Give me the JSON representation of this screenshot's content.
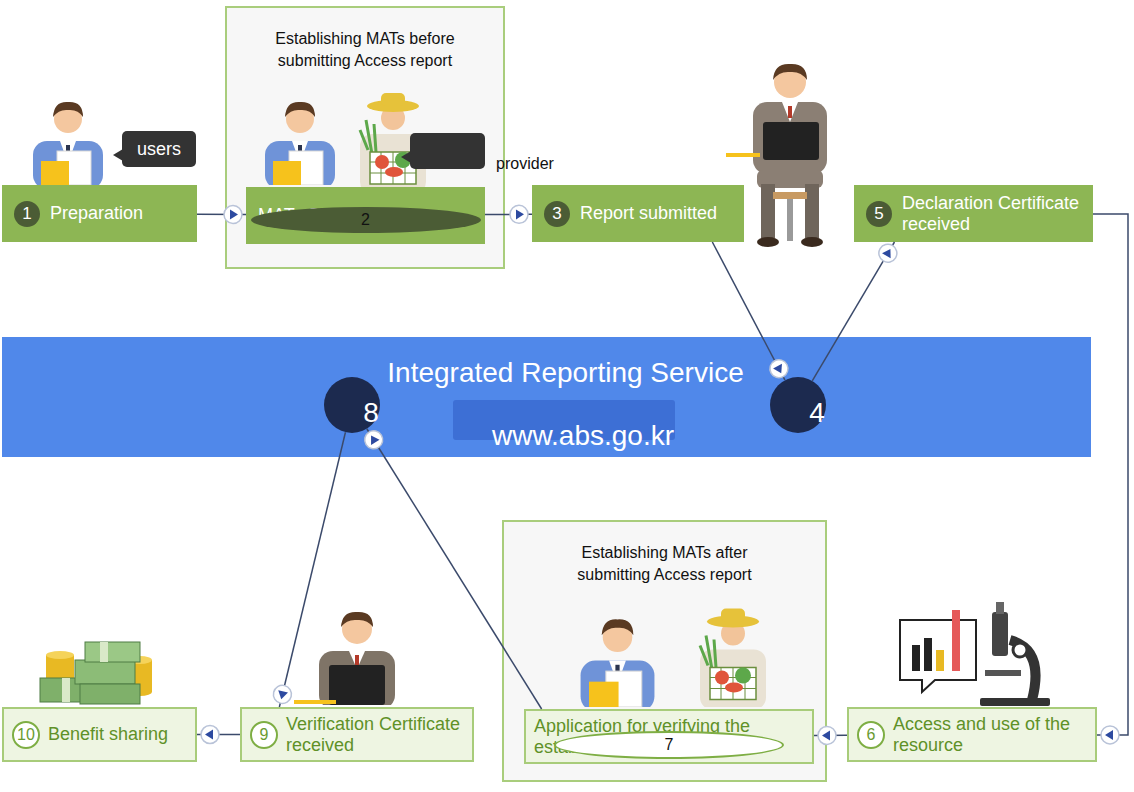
{
  "diagram": {
    "nodes": [
      {
        "text": [
          "1",
          "Preparation"
        ]
      },
      {
        "text": [
          "users"
        ]
      },
      {
        "text": [
          "Establishing MATs before submitting Access report"
        ]
      },
      {
        "text": [
          "provider"
        ],
        "in": 2
      },
      {
        "text": [
          "2",
          "MATs Concluded"
        ],
        "in": 2
      },
      {
        "text": [
          "3",
          "Report submitted"
        ]
      },
      {
        "text": [
          "5",
          "Declaration Certificate received"
        ]
      },
      {
        "text": [
          "Integrated Reporting Service"
        ]
      },
      {
        "text": [
          "www.abs.go.kr"
        ],
        "in": 7
      },
      {
        "text": [
          "8"
        ],
        "in": 7
      },
      {
        "text": [
          "4"
        ],
        "in": 7
      },
      {
        "text": [
          "10",
          "Benefit sharing"
        ]
      },
      {
        "text": [
          "9",
          "Verification Certificate received"
        ]
      },
      {
        "text": [
          "Establishing MATs after submitting Access report"
        ]
      },
      {
        "text": [
          "7",
          "Application for verifying the establishment of MATs"
        ],
        "in": 13
      },
      {
        "text": [
          "6",
          "Access and use of the resource"
        ]
      }
    ],
    "edges": [
      {
        "from": 0,
        "to": 4,
        "arrow": "to"
      },
      {
        "from": 4,
        "to": 5,
        "arrow": "to"
      },
      {
        "from": 5,
        "to": 10,
        "arrow": "to"
      },
      {
        "from": 10,
        "to": 6,
        "arrow": "to"
      },
      {
        "from": 6,
        "to": 15,
        "arrow": "to"
      },
      {
        "from": 15,
        "to": 14,
        "arrow": "to"
      },
      {
        "from": 14,
        "to": 9,
        "arrow": "to"
      },
      {
        "from": 9,
        "to": 12,
        "arrow": "to"
      },
      {
        "from": 12,
        "to": 11,
        "arrow": "to"
      }
    ]
  }
}
